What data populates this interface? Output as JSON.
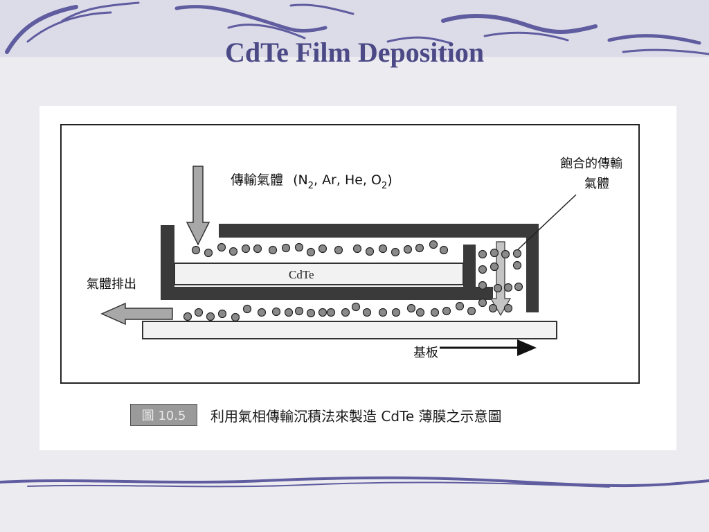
{
  "slide": {
    "title": "CdTe Film Deposition"
  },
  "figure": {
    "labels": {
      "transport_gas": "傳輸氣體",
      "gas_formula_prefix": "(N",
      "n2_sub": "2",
      "gas_formula_mid": ", Ar, He, O",
      "o2_sub": "2",
      "gas_formula_suffix": ")",
      "saturated_line1": "飽合的傳輸",
      "saturated_line2": "氣體",
      "cdte_source": "CdTe",
      "exhaust": "氣體排出",
      "substrate": "基板"
    },
    "caption": {
      "badge": "圖 10.5",
      "text": "利用氣相傳輸沉積法來製造 CdTe 薄膜之示意圖"
    }
  },
  "colors": {
    "title": "#4b4a86",
    "reactor_wall": "#3a3a3a",
    "particle": "#8a8a8a",
    "arrow_fill": "#a8a8a8"
  }
}
